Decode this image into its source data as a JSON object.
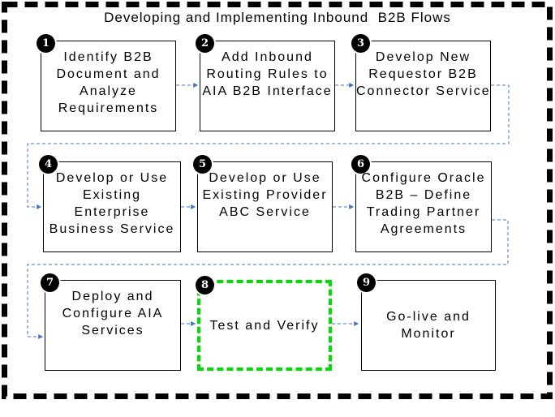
{
  "title": "Developing and Implementing Inbound  B2B Flows",
  "steps": [
    {
      "number": "1",
      "label": "Identify B2B\nDocument and\nAnalyze\nRequirements"
    },
    {
      "number": "2",
      "label": "Add Inbound\nRouting Rules to\nAIA B2B Interface"
    },
    {
      "number": "3",
      "label": "Develop New\nRequestor B2B\nConnector Service"
    },
    {
      "number": "4",
      "label": "Develop or Use\nExisting\nEnterprise\nBusiness Service"
    },
    {
      "number": "5",
      "label": "Develop or Use\nExisting Provider\nABC Service"
    },
    {
      "number": "6",
      "label": "Configure Oracle\nB2B – Define\nTrading Partner\nAgreements"
    },
    {
      "number": "7",
      "label": "Deploy and\nConfigure AIA\nServices"
    },
    {
      "number": "8",
      "label": "Test and Verify"
    },
    {
      "number": "9",
      "label": "Go-live and\nMonitor"
    }
  ],
  "colors": {
    "connector_blue": "#4472c4",
    "highlight_green": "#00dd00",
    "box_border_black": "#000000",
    "badge_black": "#000000",
    "badge_text_white": "#ffffff"
  }
}
